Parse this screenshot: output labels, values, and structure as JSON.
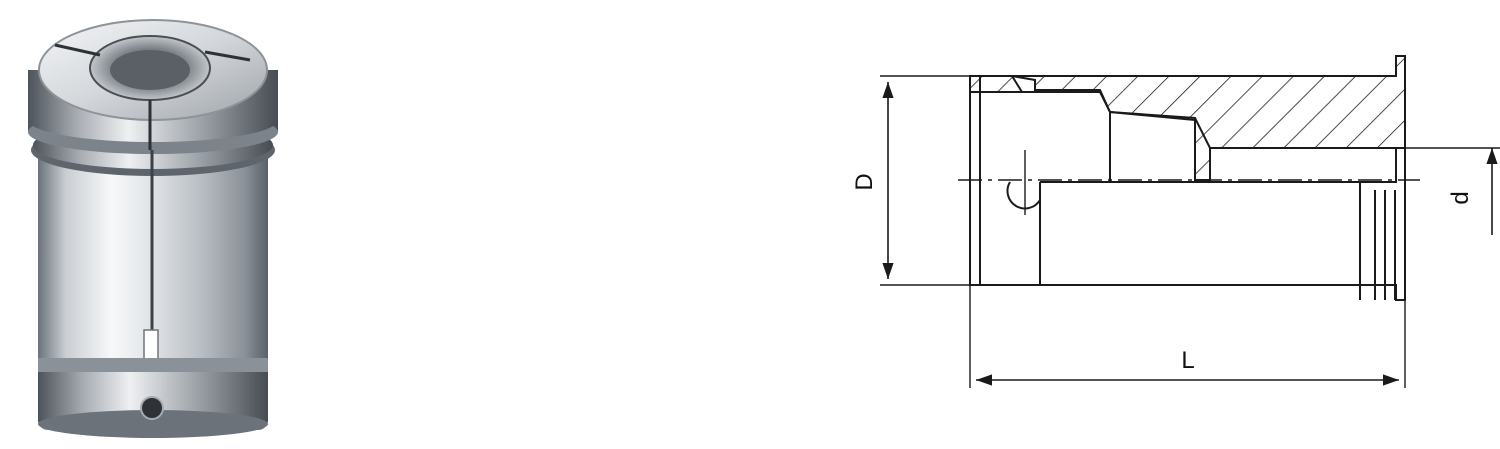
{
  "dimensions": {
    "diameter_outer": "D",
    "diameter_bore": "d",
    "length": "L"
  },
  "colors": {
    "line": "#1a1a1a",
    "steel_light": "#f2f4f6",
    "steel_mid": "#b9bec4",
    "steel_dark": "#5d646c",
    "background": "#ffffff"
  }
}
